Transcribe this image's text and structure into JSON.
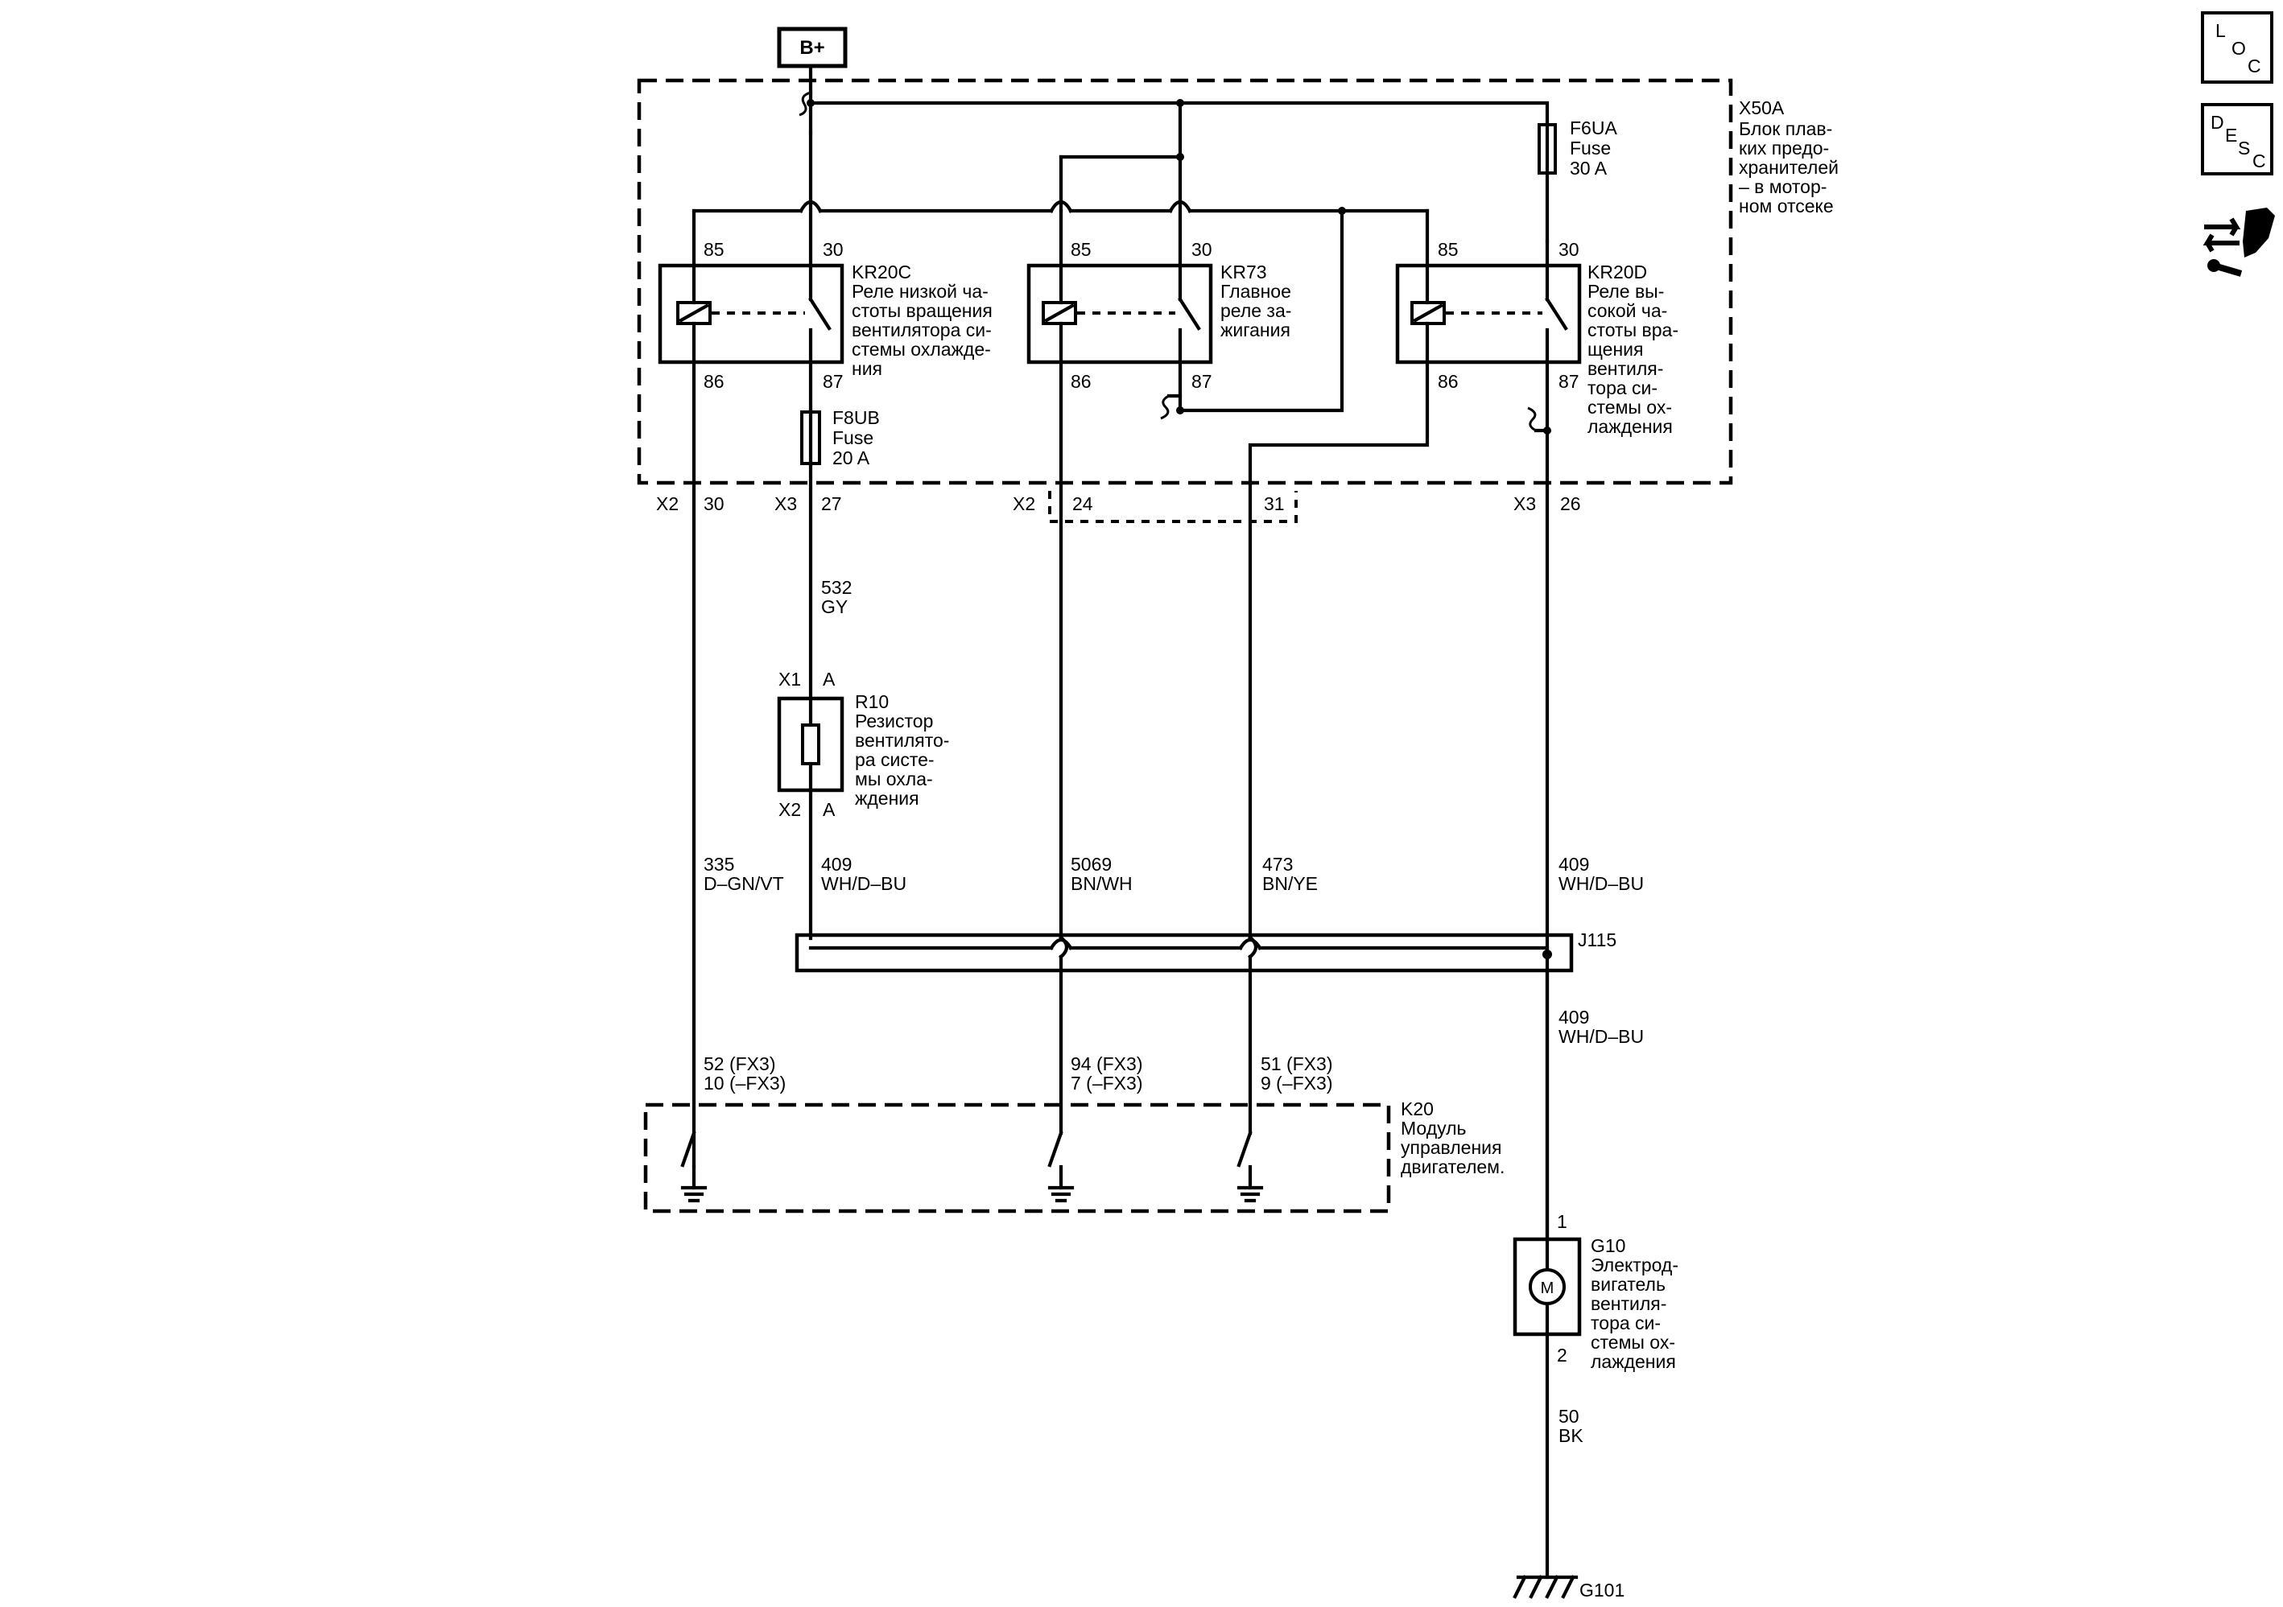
{
  "diagram": {
    "battery": "B+",
    "fuse_block": {
      "ref": "X50A",
      "lines": [
        "Блок плав-",
        "ких предо-",
        "хранителей",
        "– в мотор-",
        "ном отсеке"
      ]
    },
    "fuses": {
      "f6ua": {
        "lines": [
          "F6UA",
          "Fuse",
          "30 A"
        ]
      },
      "f8ub": {
        "lines": [
          "F8UB",
          "Fuse",
          "20 A"
        ]
      }
    },
    "relays": {
      "kr20c": {
        "ref": "KR20C",
        "lines": [
          "Реле низкой ча-",
          "стоты вращения",
          "вентилятора си-",
          "стемы охлажде-",
          "ния"
        ],
        "pins": {
          "p85": "85",
          "p30": "30",
          "p86": "86",
          "p87": "87"
        }
      },
      "kr73": {
        "ref": "KR73",
        "lines": [
          "Главное",
          "реле за-",
          "жигания"
        ],
        "pins": {
          "p85": "85",
          "p30": "30",
          "p86": "86",
          "p87": "87"
        }
      },
      "kr20d": {
        "ref": "KR20D",
        "lines": [
          "Реле вы-",
          "сокой ча-",
          "стоты вра-",
          "щения",
          "вентиля-",
          "тора си-",
          "стемы ох-",
          "лаждения"
        ],
        "pins": {
          "p85": "85",
          "p30": "30",
          "p86": "86",
          "p87": "87"
        }
      }
    },
    "connectors": {
      "x2_30": {
        "conn": "X2",
        "pin": "30"
      },
      "x3_27": {
        "conn": "X3",
        "pin": "27"
      },
      "x2_24": {
        "conn": "X2",
        "pin": "24"
      },
      "p31": {
        "pin": "31"
      },
      "x3_26": {
        "conn": "X3",
        "pin": "26"
      }
    },
    "wires": {
      "w532": {
        "num": "532",
        "color": "GY"
      },
      "w335": {
        "num": "335",
        "color": "D–GN/VT"
      },
      "w409a": {
        "num": "409",
        "color": "WH/D–BU"
      },
      "w5069": {
        "num": "5069",
        "color": "BN/WH"
      },
      "w473": {
        "num": "473",
        "color": "BN/YE"
      },
      "w409b": {
        "num": "409",
        "color": "WH/D–BU"
      },
      "w409c": {
        "num": "409",
        "color": "WH/D–BU"
      },
      "w50": {
        "num": "50",
        "color": "BK"
      }
    },
    "resistor": {
      "ref": "R10",
      "lines": [
        "Резистор",
        "вентилято-",
        "ра систе-",
        "мы охла-",
        "ждения"
      ],
      "x1": "X1",
      "x1_pin": "A",
      "x2": "X2",
      "x2_pin": "A"
    },
    "splice": {
      "ref": "J115"
    },
    "ecm": {
      "ref": "K20",
      "lines": [
        "Модуль",
        "управления",
        "двигателем."
      ],
      "pins": [
        {
          "a": "52 (FX3)",
          "b": "10 (–FX3)"
        },
        {
          "a": "94 (FX3)",
          "b": "7 (–FX3)"
        },
        {
          "a": "51 (FX3)",
          "b": "9 (–FX3)"
        }
      ]
    },
    "motor": {
      "ref": "G10",
      "symbol": "M",
      "pin1": "1",
      "pin2": "2",
      "lines": [
        "Электрод-",
        "вигатель",
        "вентиля-",
        "тора си-",
        "стемы ох-",
        "лаждения"
      ]
    },
    "ground": {
      "ref": "G101"
    }
  },
  "side_icons": [
    {
      "name": "loc-icon",
      "letters": [
        "L",
        "O",
        "C"
      ]
    },
    {
      "name": "desc-icon",
      "letters": [
        "D",
        "E",
        "S",
        "C"
      ]
    },
    {
      "name": "tools-icon"
    }
  ]
}
